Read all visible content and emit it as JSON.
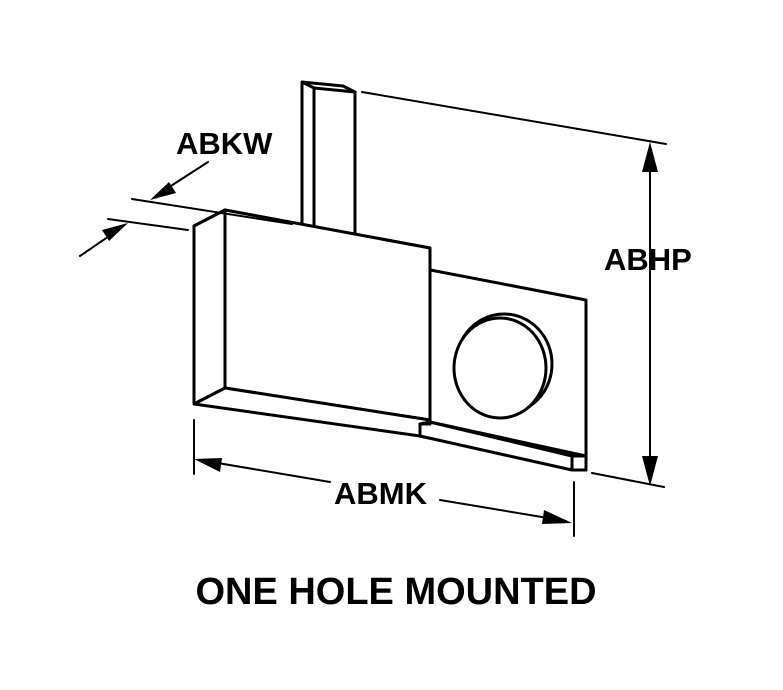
{
  "diagram": {
    "labels": {
      "width": "ABKW",
      "height": "ABHP",
      "length": "ABMK"
    },
    "caption": "ONE HOLE MOUNTED",
    "stroke_color": "#000000",
    "background_color": "#ffffff"
  }
}
